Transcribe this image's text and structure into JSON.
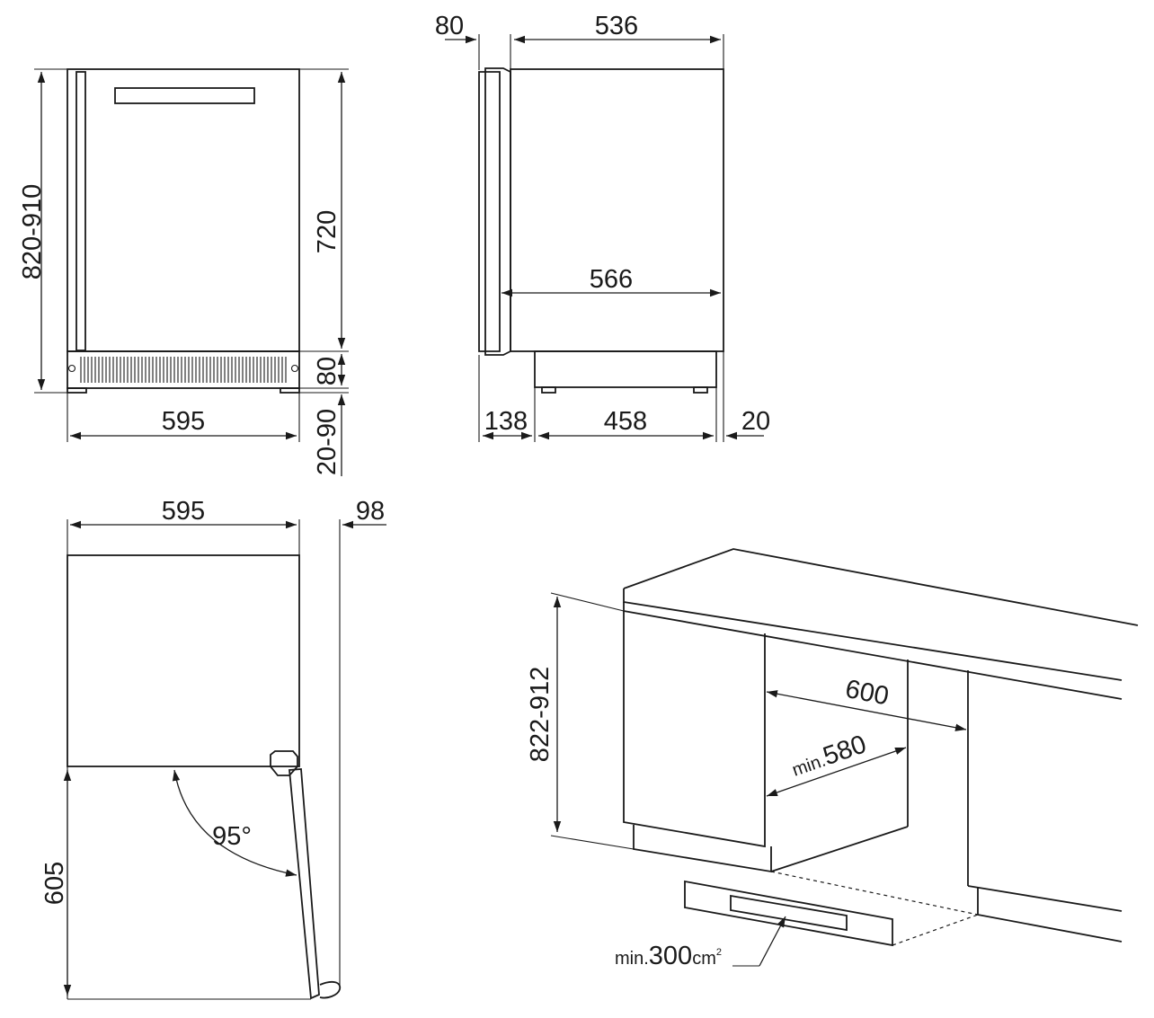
{
  "front_view": {
    "height": "820-910",
    "door_height": "720",
    "plinth_height": "80",
    "foot_height": "20-90",
    "width": "595"
  },
  "side_view": {
    "door_thickness": "80",
    "body_depth": "536",
    "overall_depth": "566",
    "plinth_front_offset": "138",
    "plinth_depth": "458",
    "rear_offset": "20"
  },
  "top_view": {
    "width": "595",
    "door_clearance": "98",
    "depth_open": "605",
    "opening_angle": "95°"
  },
  "installation_view": {
    "niche_height": "822-912",
    "niche_depth": "600",
    "min_prefix": "min.",
    "niche_width": "580",
    "vent_area": "300",
    "vent_unit": "cm",
    "vent_unit_exp": "2"
  }
}
